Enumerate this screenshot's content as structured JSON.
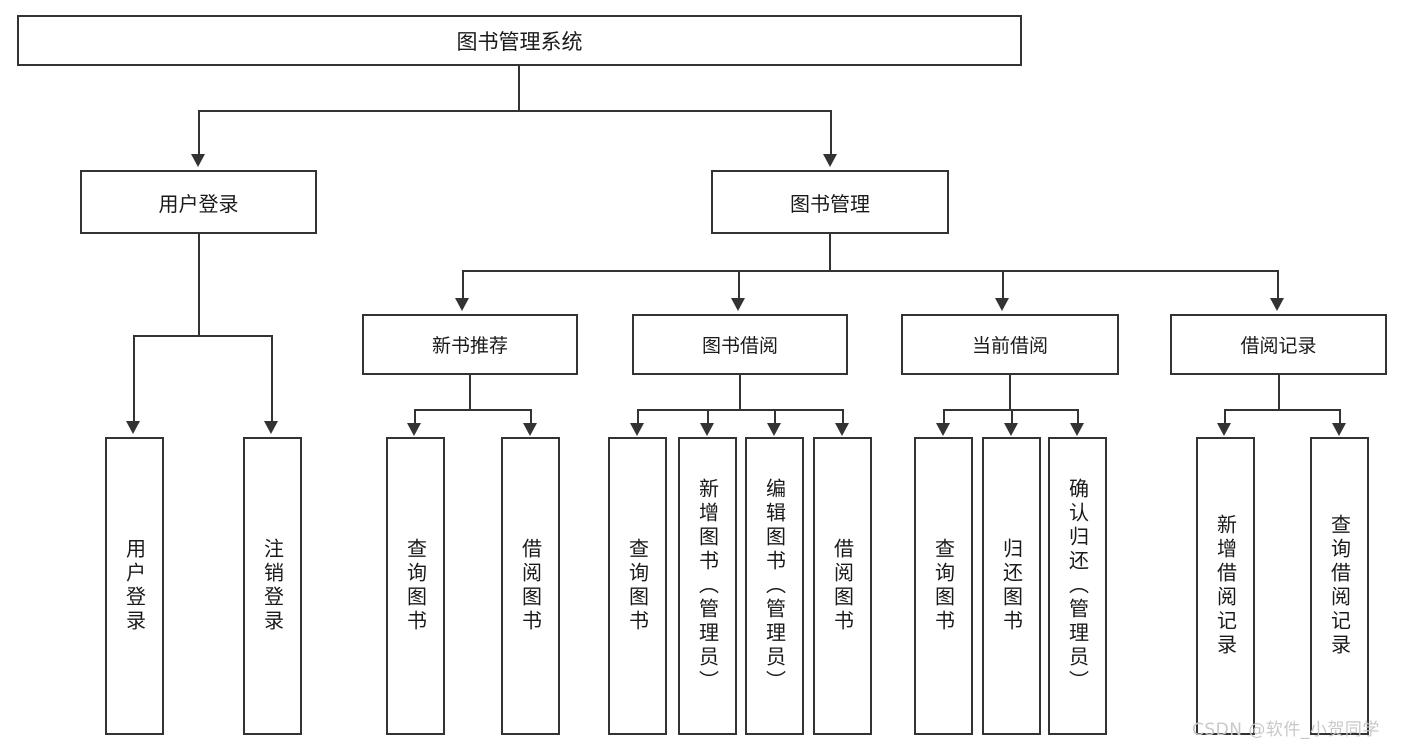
{
  "diagram": {
    "title": "图书管理系统",
    "root": {
      "label": "图书管理系统"
    },
    "level2": [
      {
        "label": "用户登录"
      },
      {
        "label": "图书管理"
      }
    ],
    "level3": [
      {
        "label": "新书推荐"
      },
      {
        "label": "图书借阅"
      },
      {
        "label": "当前借阅"
      },
      {
        "label": "借阅记录"
      }
    ],
    "leaves": {
      "user_login": [
        {
          "label": "用户登录"
        },
        {
          "label": "注销登录"
        }
      ],
      "new_book_recommend": [
        {
          "label": "查询图书"
        },
        {
          "label": "借阅图书"
        }
      ],
      "book_borrow": [
        {
          "label": "查询图书"
        },
        {
          "label": "新增图书（管理员）"
        },
        {
          "label": "编辑图书（管理员）"
        },
        {
          "label": "借阅图书"
        }
      ],
      "current_borrow": [
        {
          "label": "查询图书"
        },
        {
          "label": "归还图书"
        },
        {
          "label": "确认归还（管理员）"
        }
      ],
      "borrow_record": [
        {
          "label": "新增借阅记录"
        },
        {
          "label": "查询借阅记录"
        }
      ]
    }
  },
  "watermark": {
    "text": "CSDN @软件_小贺同学"
  },
  "colors": {
    "stroke": "#333333",
    "background": "#ffffff",
    "text": "#1a1a1a",
    "watermark": "#c9c9c9"
  }
}
